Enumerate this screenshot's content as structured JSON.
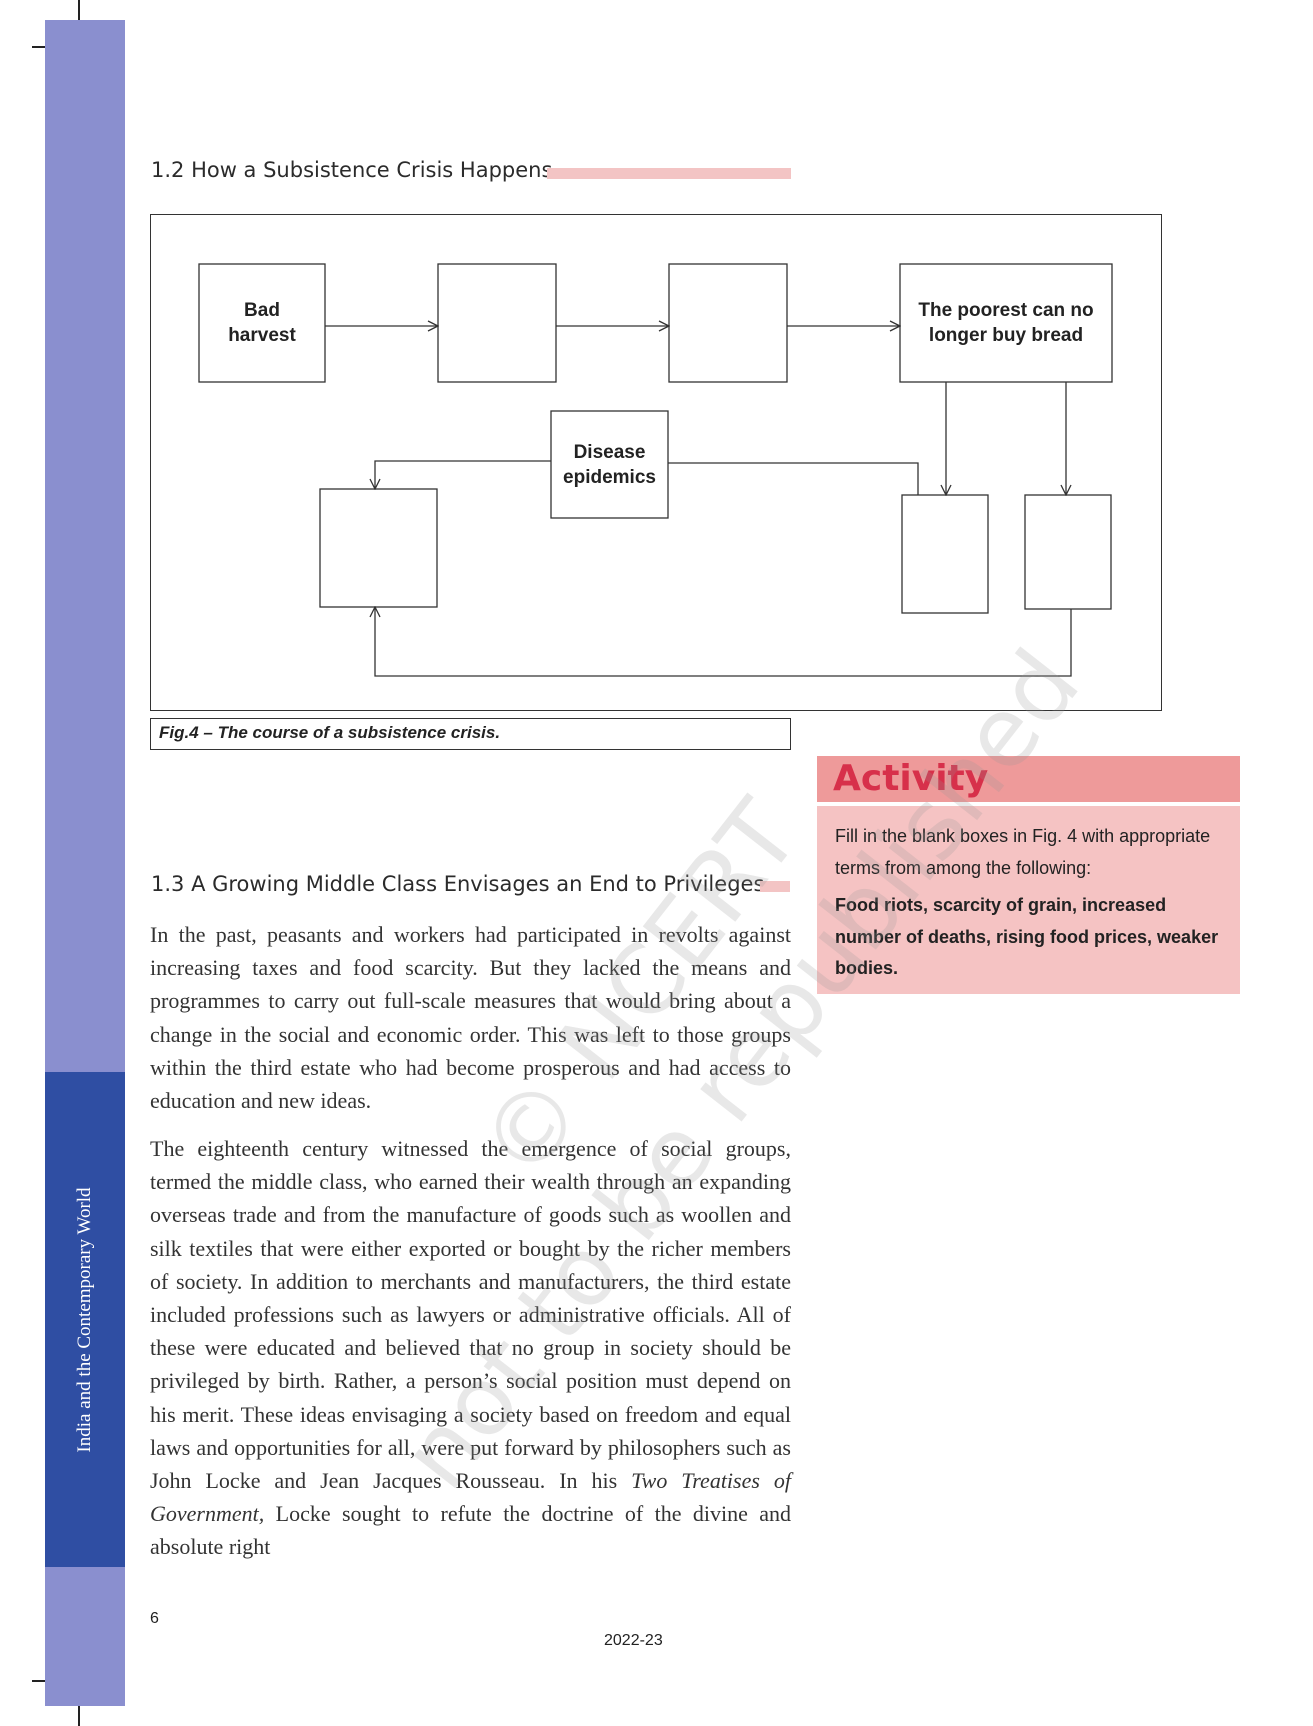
{
  "sidebar": {
    "running_title": "India and the Contemporary World"
  },
  "section_1_2": {
    "title": "1.2 How a Subsistence Crisis Happens"
  },
  "figure": {
    "boxes": {
      "bad_harvest": "Bad harvest",
      "poorest_cannot_buy": "The poorest can no longer buy bread",
      "disease_epidemics": "Disease epidemics"
    },
    "caption": "Fig.4 – The course of a subsistence crisis."
  },
  "activity": {
    "title": "Activity",
    "instruction": "Fill in the blank boxes in Fig. 4 with appropriate terms from among the following:",
    "answers": "Food riots, scarcity of grain, increased number of deaths, rising food prices, weaker bodies."
  },
  "section_1_3": {
    "title": "1.3 A Growing Middle Class Envisages an End to Privileges",
    "para1": "In the past, peasants and workers had participated in revolts against increasing taxes and food scarcity. But they lacked the means and programmes to carry out full-scale measures that would bring about a change in the social and economic order. This was left to those groups within the third estate who had become prosperous and had access to education and new ideas.",
    "para2_before": "The eighteenth century witnessed the emergence of social groups, termed the middle class, who earned their wealth through an expanding overseas trade and from the manufacture of goods such as woollen and silk textiles that were either exported or bought by the richer members of society. In addition to merchants and manufacturers, the third estate included professions such as lawyers or administrative officials. All of these were educated and believed that no group in society should be privileged by birth. Rather, a person’s social position must depend on his merit. These ideas envisaging a society based on freedom and equal laws and opportunities for all, were put forward by philosophers such as John Locke and Jean Jacques Rousseau. In his ",
    "para2_italic": "Two Treatises of Government,",
    "para2_after": " Locke sought to refute the doctrine of the divine and absolute right"
  },
  "footer": {
    "page_number": "6",
    "year": "2022-23"
  },
  "watermark": {
    "line1": "© NCERT",
    "line2": "not to be republished"
  },
  "colors": {
    "sidebar_light": "#8a8fcf",
    "sidebar_dark": "#2f4ea3",
    "accent_pink": "#f3c4c4",
    "activity_bg": "#f5c3c3",
    "activity_head": "#ee9a9a",
    "activity_title": "#d7304a"
  }
}
